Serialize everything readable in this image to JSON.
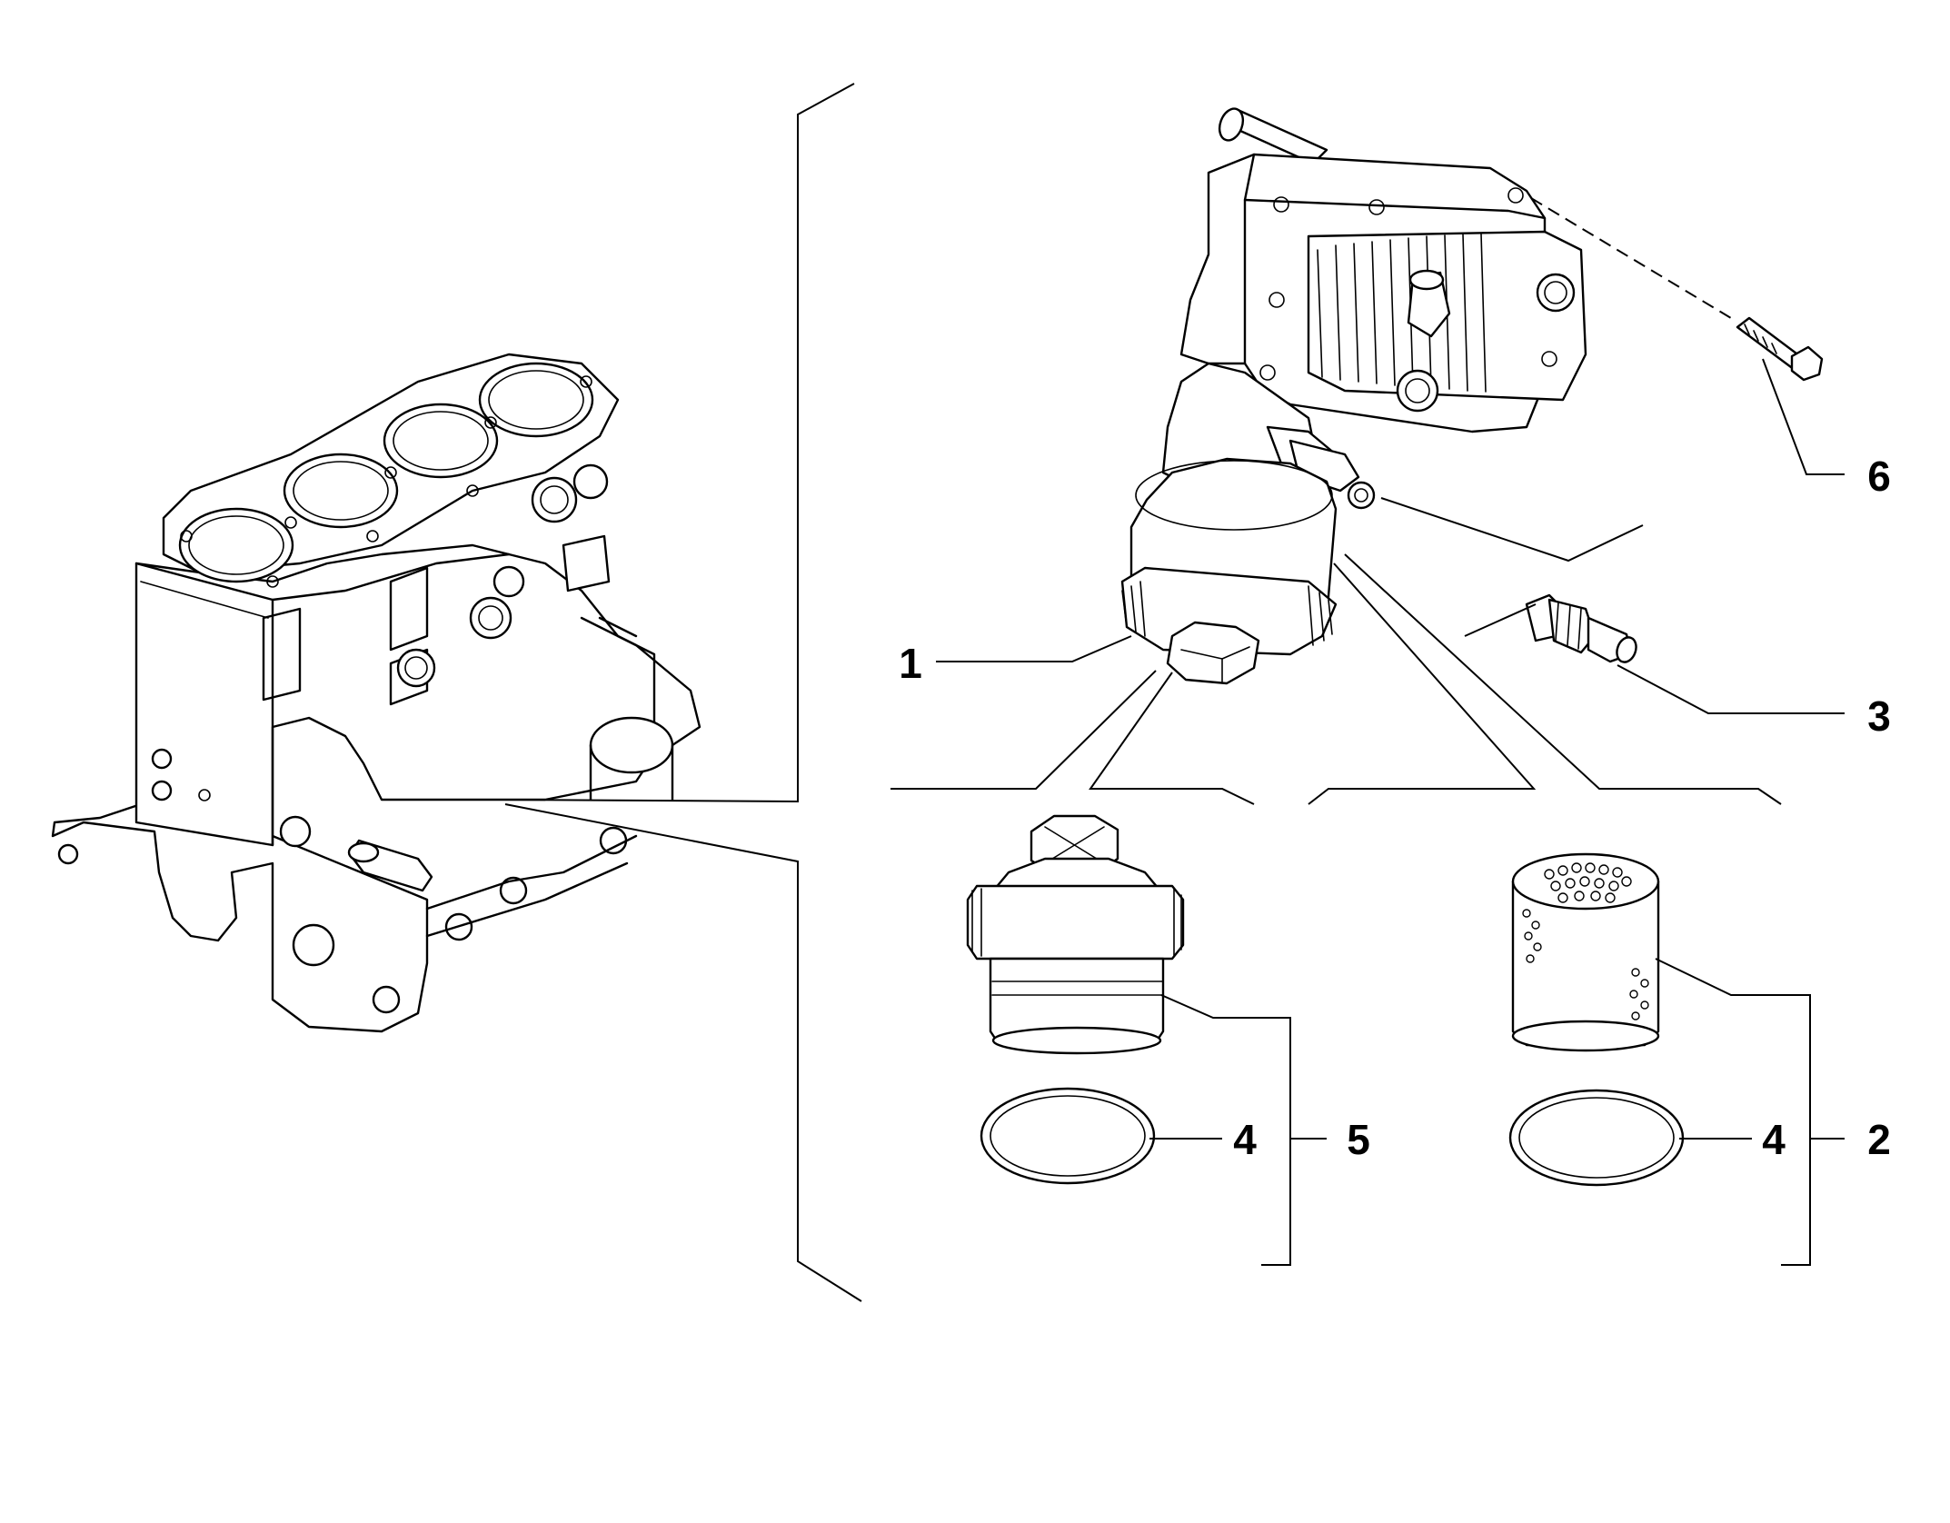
{
  "callouts": [
    {
      "id": "1",
      "label": "1",
      "part": "filter-housing-assembly"
    },
    {
      "id": "2",
      "label": "2",
      "part": "filter-cartridge-kit-perforated"
    },
    {
      "id": "3",
      "label": "3",
      "part": "pressure-switch"
    },
    {
      "id": "4a",
      "label": "4",
      "part": "seal-ring-left"
    },
    {
      "id": "4b",
      "label": "4",
      "part": "seal-ring-right"
    },
    {
      "id": "5",
      "label": "5",
      "part": "filter-cap-kit"
    },
    {
      "id": "6",
      "label": "6",
      "part": "screw"
    }
  ],
  "colors": {
    "line": "#000000",
    "background": "#ffffff"
  }
}
